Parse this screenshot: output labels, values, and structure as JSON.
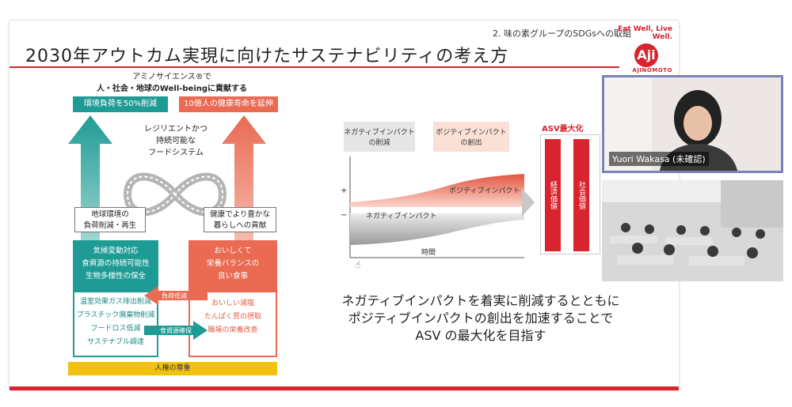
{
  "slide": {
    "section_label": "2. 味の素グループのSDGsへの取組",
    "title": "2030年アウトカム実現に向けたサステナビリティの考え方",
    "brand_tagline": "Eat Well, Live Well.",
    "brand_logo_text": "Aji",
    "brand_name": "AJINOMOTO"
  },
  "diagram": {
    "heading_line1": "アミノサイエンス®で",
    "heading_line2": "人・社会・地球のWell-beingに貢献する",
    "left_goal": "環境負荷を50%削減",
    "right_goal": "10億人の健康寿命を延伸",
    "center_line1": "レジリエントかつ",
    "center_line2": "持続可能な",
    "center_line3": "フードシステム",
    "left_box_line1": "地球環境の",
    "left_box_line2": "負荷削減・再生",
    "right_box_line1": "健康でより豊かな",
    "right_box_line2": "暮らしへの貢献",
    "left_panel_title": [
      "気候変動対応",
      "食資源の持続可能性",
      "生物多様性の保全"
    ],
    "left_panel_items": [
      "温室効果ガス排出削減",
      "プラスチック廃棄物削減",
      "フードロス低減",
      "サステナブル調達"
    ],
    "right_panel_title": [
      "おいしくて",
      "栄養バランスの",
      "良い食事"
    ],
    "right_panel_items": [
      "おいしい減塩",
      "たんぱく質の摂取",
      "職場の栄養改善"
    ],
    "arrow_left_label": "負荷低減",
    "arrow_right_label": "食資源確保",
    "footer": "人権の尊重"
  },
  "chart": {
    "label_negative_reduce_1": "ネガティブインパクト",
    "label_negative_reduce_2": "の削減",
    "label_positive_create_1": "ポジティブインパクト",
    "label_positive_create_2": "の創出",
    "plus": "+",
    "minus": "−",
    "positive_band": "ポジティブインパクト",
    "negative_band": "ネガティブインパクト",
    "x_axis": "時間",
    "asv_title": "ASV最大化",
    "bar_left": "経済価値",
    "bar_right": "社会価値"
  },
  "caption": {
    "line1": "ネガティブインパクトを着実に削減するとともに",
    "line2": "ポジティブインパクトの創出を加速することで",
    "line3": "ASV の最大化を目指す"
  },
  "video": {
    "participant_name": "Yuori Wakasa (未確認)"
  },
  "colors": {
    "accent_red": "#d9232e",
    "teal": "#1f9b95",
    "coral": "#ea6a52",
    "yellow": "#f0c10e"
  }
}
